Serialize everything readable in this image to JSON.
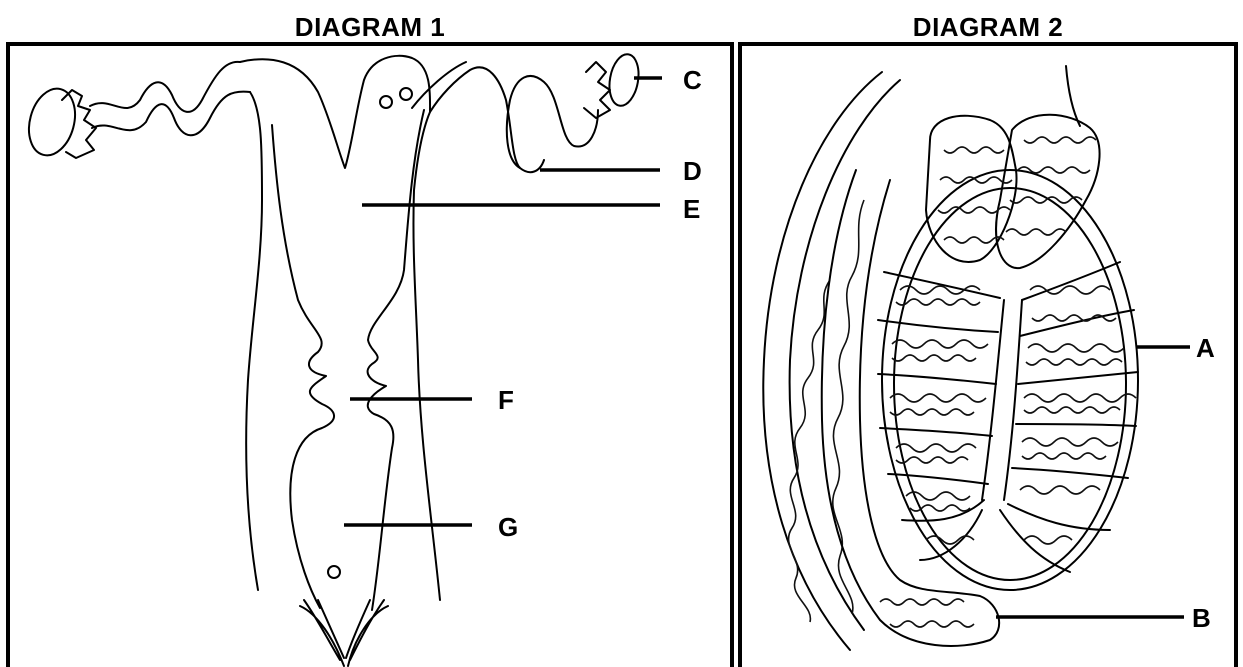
{
  "diagram_1": {
    "title": "DIAGRAM 1",
    "labels": {
      "c": "C",
      "d": "D",
      "e": "E",
      "f": "F",
      "g": "G"
    }
  },
  "diagram_2": {
    "title": "DIAGRAM 2",
    "labels": {
      "a": "A",
      "b": "B"
    }
  }
}
